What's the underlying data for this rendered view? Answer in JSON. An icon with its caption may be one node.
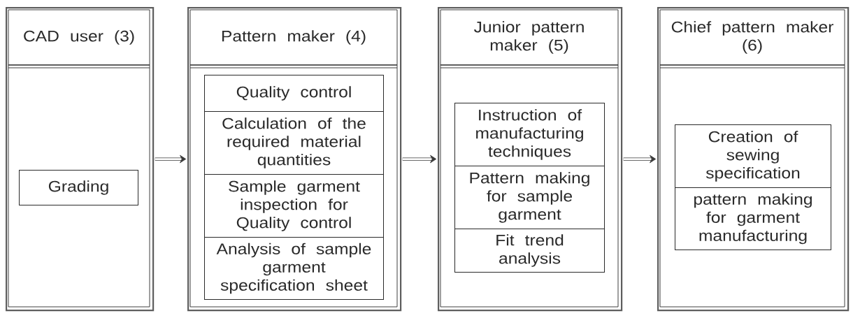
{
  "diagram": {
    "nodes": [
      {
        "text": [
          "CAD user (3)"
        ]
      },
      {
        "text": [
          "Grading"
        ],
        "in": 0
      },
      {
        "text": [
          "Pattern maker (4)"
        ]
      },
      {
        "text": [
          "Quality control"
        ],
        "in": 2
      },
      {
        "text": [
          "Calculation of the required material quantities"
        ],
        "in": 2
      },
      {
        "text": [
          "Sample garment inspection for Quality control"
        ],
        "in": 2
      },
      {
        "text": [
          "Analysis of sample garment specification sheet"
        ],
        "in": 2
      },
      {
        "text": [
          "Junior pattern maker (5)"
        ]
      },
      {
        "text": [
          "Instruction of manufacturing techniques"
        ],
        "in": 7
      },
      {
        "text": [
          "Pattern making for sample garment"
        ],
        "in": 7
      },
      {
        "text": [
          "Fit trend analysis"
        ],
        "in": 7
      },
      {
        "text": [
          "Chief pattern maker (6)"
        ]
      },
      {
        "text": [
          "Creation of sewing specification"
        ],
        "in": 11
      },
      {
        "text": [
          "pattern making for garment manufacturing"
        ],
        "in": 11
      }
    ],
    "edges": [
      {
        "from": 0,
        "to": 2,
        "arrow": "to"
      },
      {
        "from": 2,
        "to": 7,
        "arrow": "to"
      },
      {
        "from": 7,
        "to": 11,
        "arrow": "to"
      }
    ]
  }
}
